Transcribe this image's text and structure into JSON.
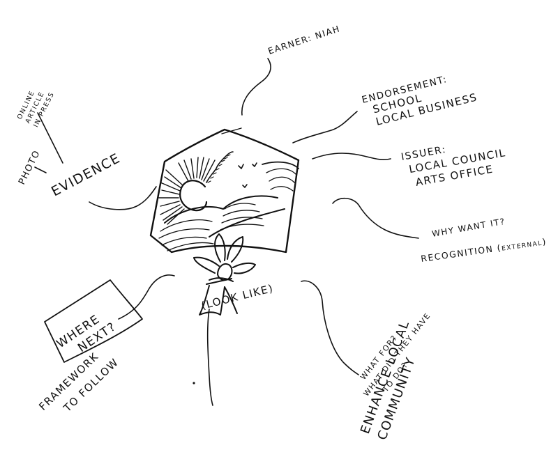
{
  "diagram": {
    "center": {
      "label": "(LOOK LIKE)",
      "icon": "badge-hexagon-icon"
    },
    "branches": [
      {
        "id": "earner",
        "lines": [
          "EARNER: NIAH"
        ]
      },
      {
        "id": "endorsement",
        "lines": [
          "ENDORSEMENT:",
          "SCHOOL",
          "LOCAL BUSINESS"
        ]
      },
      {
        "id": "issuer",
        "lines": [
          "ISSUER:",
          "LOCAL COUNCIL",
          "ARTS OFFICE"
        ]
      },
      {
        "id": "why",
        "lines": [
          "WHY WANT IT?",
          "RECOGNITION (external)"
        ]
      },
      {
        "id": "what-for",
        "lines": [
          "WHAT FOR?",
          "WHAT DID THEY HAVE",
          "TO DO?"
        ]
      },
      {
        "id": "enhance",
        "lines": [
          "ENHANCE LOCAL",
          "COMMUNITY"
        ]
      },
      {
        "id": "framework",
        "lines": [
          "FRAMEWORK",
          "TO FOLLOW"
        ]
      },
      {
        "id": "where-next",
        "lines": [
          "WHERE",
          "NEXT?"
        ]
      },
      {
        "id": "evidence",
        "lines": [
          "EVIDENCE"
        ]
      },
      {
        "id": "photo",
        "lines": [
          "PHOTO"
        ]
      },
      {
        "id": "online",
        "lines": [
          "ONLINE",
          "ARTICLE",
          "IN PRESS"
        ]
      }
    ]
  },
  "colors": {
    "ink": "#111111",
    "paper": "#ffffff"
  }
}
